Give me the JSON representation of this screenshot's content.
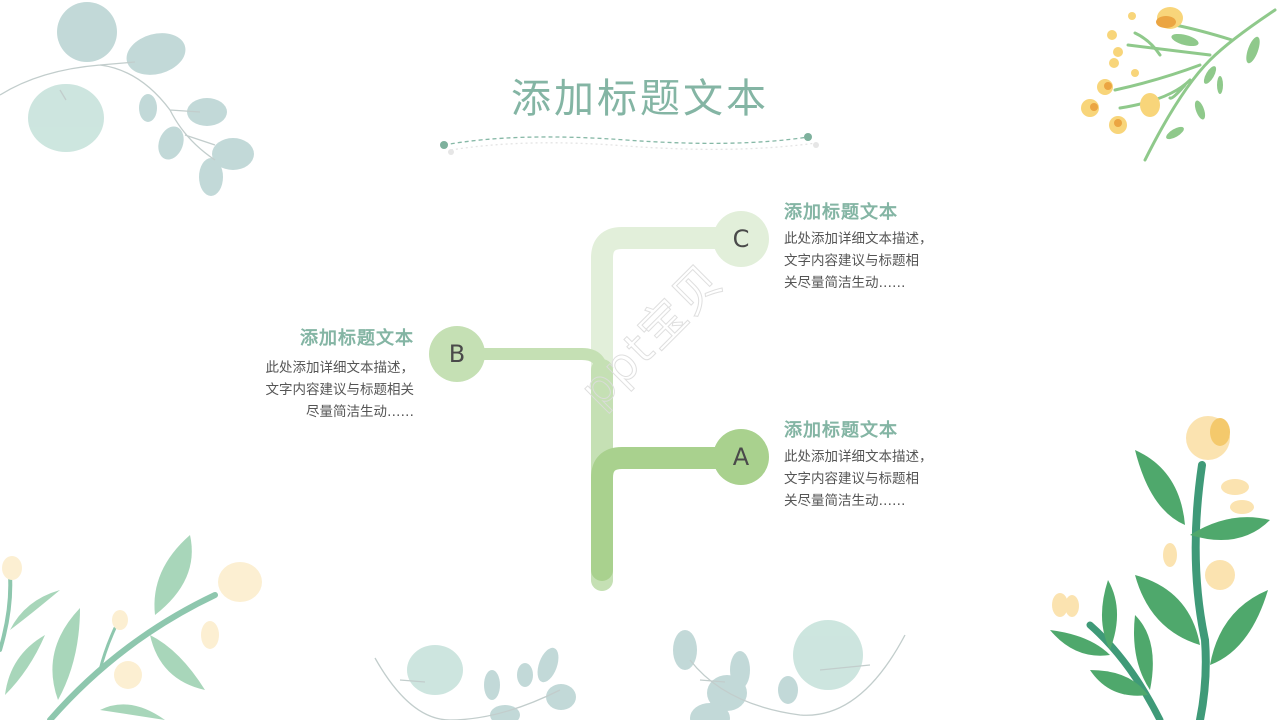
{
  "slide": {
    "title": "添加标题文本",
    "watermark": "ppt宝贝"
  },
  "colors": {
    "title": "#84b5a4",
    "node_a": "#a9d18e",
    "node_b": "#c5e0b4",
    "node_c": "#e2efda",
    "body_text": "#555555"
  },
  "diagram": {
    "nodes": [
      {
        "id": "A",
        "label": "A",
        "heading": "添加标题文本",
        "description_lines": [
          "此处添加详细文本描述，",
          "文字内容建议与标题相",
          "关尽量简洁生动……"
        ]
      },
      {
        "id": "B",
        "label": "B",
        "heading": "添加标题文本",
        "description_lines": [
          "此处添加详细文本描述，",
          "文字内容建议与标题相关",
          "尽量简洁生动……"
        ]
      },
      {
        "id": "C",
        "label": "C",
        "heading": "添加标题文本",
        "description_lines": [
          "此处添加详细文本描述，",
          "文字内容建议与标题相",
          "关尽量简洁生动……"
        ]
      }
    ]
  },
  "decorations": [
    {
      "name": "eucalyptus-branch-icon",
      "position": "top-left"
    },
    {
      "name": "yellow-flower-branch-icon",
      "position": "top-right"
    },
    {
      "name": "green-flower-stem-icon",
      "position": "bottom-right"
    },
    {
      "name": "cream-flower-branch-icon",
      "position": "bottom-left"
    },
    {
      "name": "eucalyptus-branch-icon",
      "position": "bottom-center"
    }
  ]
}
